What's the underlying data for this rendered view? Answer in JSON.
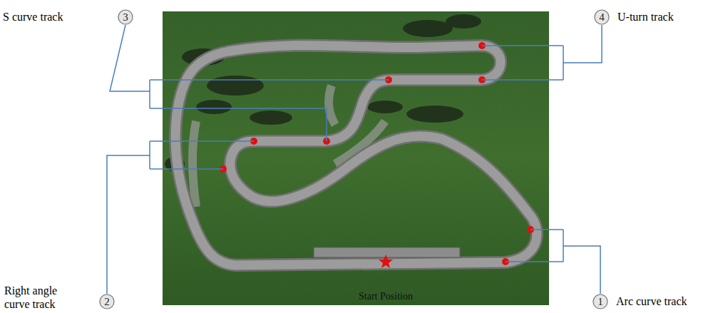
{
  "diagram": {
    "nodes": [
      {
        "text": [
          "3",
          "S curve track"
        ]
      },
      {
        "text": [
          "4",
          "U-turn track"
        ]
      },
      {
        "text": [
          "2",
          "Right angle curve track"
        ]
      },
      {
        "text": [
          "1",
          "Arc curve track"
        ]
      }
    ],
    "labels": [
      "Start Position"
    ]
  }
}
